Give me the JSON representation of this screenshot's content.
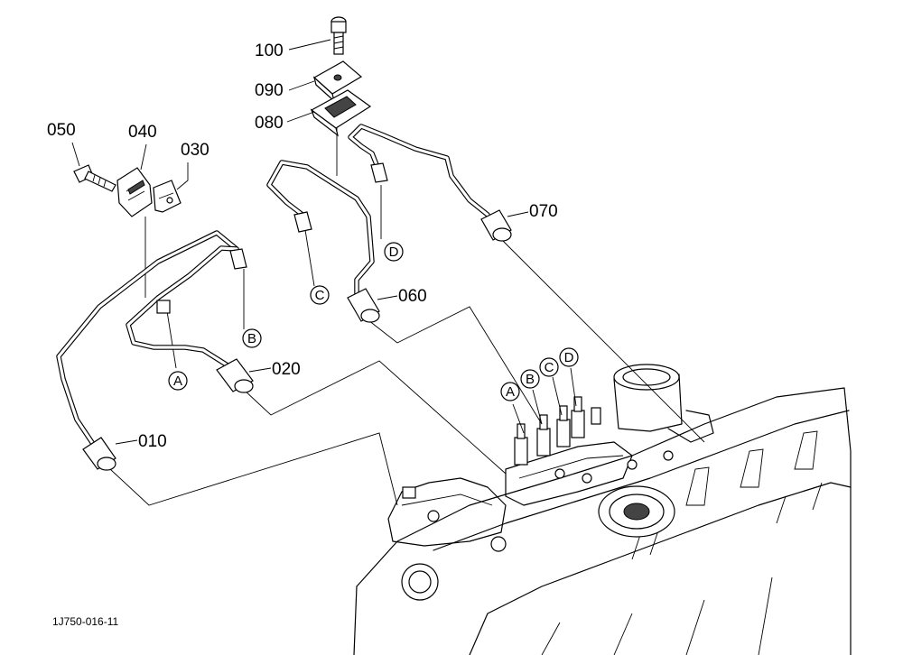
{
  "diagram": {
    "part_labels": {
      "p010": "010",
      "p020": "020",
      "p030": "030",
      "p040": "040",
      "p050": "050",
      "p060": "060",
      "p070": "070",
      "p080": "080",
      "p090": "090",
      "p100": "100"
    },
    "connection_markers": {
      "a_pipe": "A",
      "b_pipe": "B",
      "c_pipe": "C",
      "d_pipe": "D",
      "a_pump": "A",
      "b_pump": "B",
      "c_pump": "C",
      "d_pump": "D"
    },
    "drawing_code": "1J750-016-11"
  }
}
